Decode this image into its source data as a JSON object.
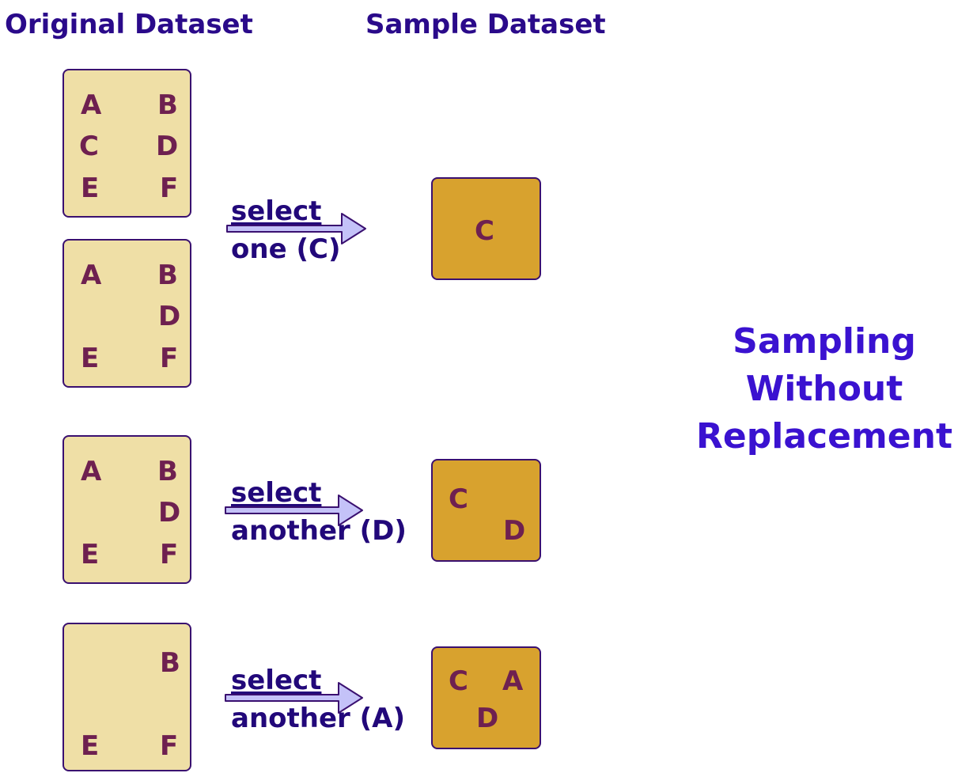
{
  "headings": {
    "original": "Original Dataset",
    "sample": "Sample Dataset"
  },
  "side_title": [
    "Sampling",
    "Without",
    "Replacement"
  ],
  "original_sets": [
    {
      "A": "A",
      "B": "B",
      "C": "C",
      "D": "D",
      "E": "E",
      "F": "F"
    },
    {
      "A": "A",
      "B": "B",
      "D": "D",
      "E": "E",
      "F": "F"
    },
    {
      "A": "A",
      "B": "B",
      "D": "D",
      "E": "E",
      "F": "F"
    },
    {
      "B": "B",
      "E": "E",
      "F": "F"
    }
  ],
  "steps": [
    {
      "line1": "select",
      "line2": "one (C)"
    },
    {
      "line1": "select",
      "line2": "another (D)"
    },
    {
      "line1": "select",
      "line2": "another (A)"
    }
  ],
  "sample_sets": [
    {
      "C": "C"
    },
    {
      "C": "C",
      "D": "D"
    },
    {
      "C": "C",
      "A": "A",
      "D": "D"
    }
  ],
  "colors": {
    "heading": "#2a0a8a",
    "side_title": "#3a12d0",
    "original_fill": "#efdfa6",
    "sample_fill": "#d8a22e",
    "letter": "#6e2050",
    "border": "#3a1070",
    "arrow_fill": "#c4c2f8"
  }
}
